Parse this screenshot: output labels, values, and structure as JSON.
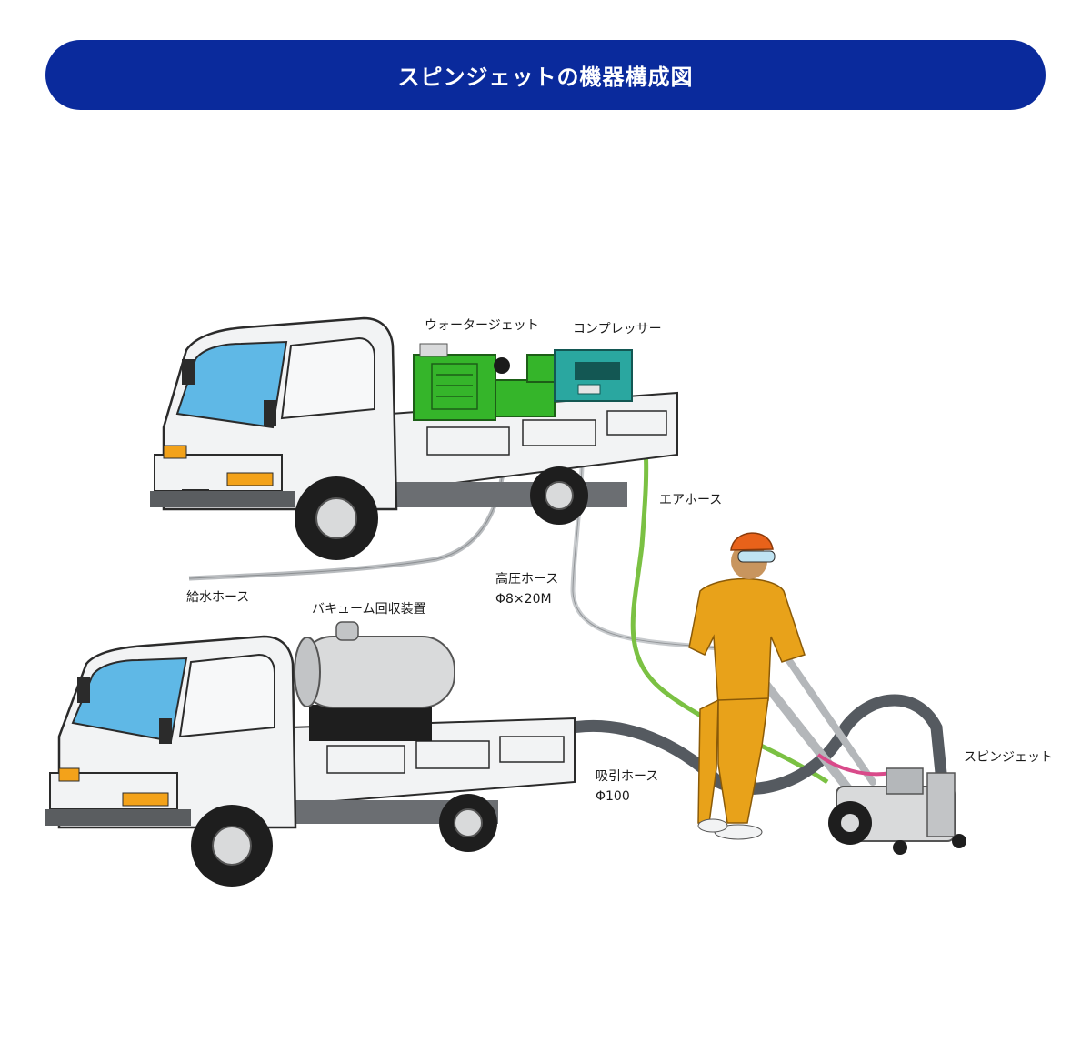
{
  "header": {
    "title": "スピンジェットの機器構成図"
  },
  "labels": {
    "water_jet": "ウォータージェット",
    "compressor": "コンプレッサー",
    "air_hose": "エアホース",
    "high_pressure_hose": "高圧ホース",
    "high_pressure_hose_spec": "Φ8×20M",
    "water_supply_hose": "給水ホース",
    "vacuum_unit": "バキューム回収装置",
    "suction_hose": "吸引ホース",
    "suction_hose_spec": "Φ100",
    "spinjet": "スピンジェット"
  },
  "colors": {
    "banner": "#0a2a9c",
    "water_jet_unit": "#35b52a",
    "compressor_unit": "#2aa7a0",
    "air_hose": "#7bc143",
    "worker_suit": "#e8a21a",
    "helmet": "#e8621a",
    "windshield": "#5fb8e6",
    "tank": "#d9dadb",
    "suction_hose": "#555a60"
  }
}
